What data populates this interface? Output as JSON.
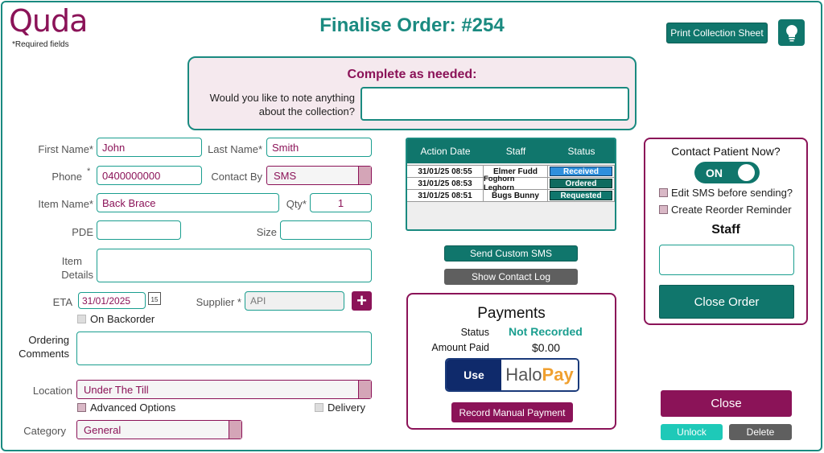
{
  "header": {
    "logo_text": "Quda",
    "required_note": "*Required fields",
    "title": "Finalise Order: #254",
    "print_button": "Print Collection Sheet",
    "bulb_icon": "lightbulb-icon"
  },
  "note": {
    "heading": "Complete as needed:",
    "question_line1": "Would you like to note anything",
    "question_line2": "about the collection?",
    "value": ""
  },
  "form": {
    "first_name_label": "First Name*",
    "first_name": "John",
    "last_name_label": "Last Name*",
    "last_name": "Smith",
    "phone_label": "Phone",
    "phone_star": "*",
    "phone": "0400000000",
    "contact_by_label": "Contact By",
    "contact_by": "SMS",
    "item_name_label": "Item Name*",
    "item_name": "Back Brace",
    "qty_label": "Qty*",
    "qty": "1",
    "pde_label": "PDE",
    "pde": "",
    "size_label": "Size",
    "size": "",
    "item_details_label_1": "Item",
    "item_details_label_2": "Details",
    "item_details": "",
    "eta_label": "ETA",
    "eta": "31/01/2025",
    "calendar_day": "15",
    "supplier_label": "Supplier *",
    "supplier": "API",
    "add_symbol": "+",
    "on_backorder": "On Backorder",
    "ordering_comments_label_1": "Ordering",
    "ordering_comments_label_2": "Comments",
    "ordering_comments": "",
    "location_label": "Location",
    "location": "Under The Till",
    "advanced_options": "Advanced Options",
    "delivery": "Delivery",
    "category_label": "Category",
    "category": "General"
  },
  "log_table": {
    "headers": [
      "Action Date",
      "Staff",
      "Status"
    ],
    "rows": [
      {
        "date": "31/01/25 08:55",
        "staff": "Elmer Fudd",
        "status": "Received",
        "color": "#2f8fdc"
      },
      {
        "date": "31/01/25 08:53",
        "staff": "Foghorn Leghorn",
        "status": "Ordered",
        "color": "#0f6b5f"
      },
      {
        "date": "31/01/25 08:51",
        "staff": "Bugs Bunny",
        "status": "Requested",
        "color": "#10766c"
      }
    ]
  },
  "actions": {
    "send_sms": "Send Custom SMS",
    "show_log": "Show Contact Log"
  },
  "payments": {
    "title": "Payments",
    "status_label": "Status",
    "status_value": "Not Recorded",
    "amount_label": "Amount Paid",
    "amount_value": "$0.00",
    "use_label": "Use",
    "halo_text": "Halo",
    "pay_text": "Pay",
    "record_button": "Record Manual Payment"
  },
  "contact": {
    "title": "Contact Patient Now?",
    "toggle_label": "ON",
    "edit_sms": "Edit SMS before sending?",
    "reorder": "Create Reorder Reminder",
    "staff_label": "Staff",
    "staff_value": "",
    "close_order": "Close Order"
  },
  "footer": {
    "close": "Close",
    "unlock": "Unlock",
    "delete": "Delete"
  },
  "colors": {
    "teal": "#1a8a80",
    "maroon": "#8b1358"
  }
}
